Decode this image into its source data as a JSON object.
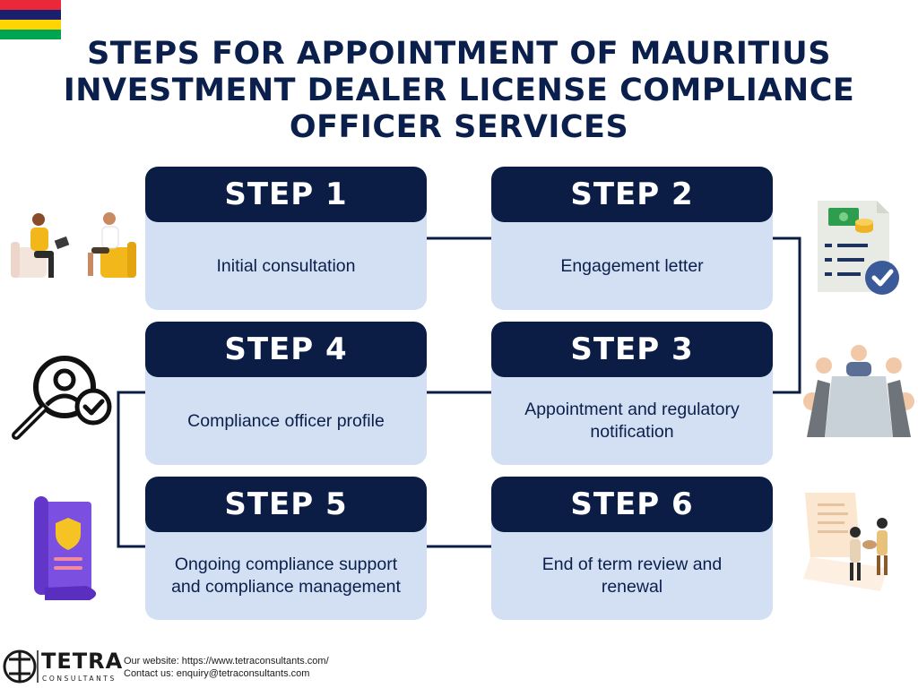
{
  "title": "STEPS FOR APPOINTMENT OF MAURITIUS INVESTMENT DEALER LICENSE COMPLIANCE OFFICER SERVICES",
  "flag_colors": [
    "#ea2839",
    "#1a206d",
    "#ffd500",
    "#00a551"
  ],
  "colors": {
    "header": "#0b1d45",
    "card": "#d3dff2",
    "title": "#0b1f4d"
  },
  "steps": [
    {
      "label": "STEP 1",
      "text": "Initial consultation"
    },
    {
      "label": "STEP 2",
      "text": "Engagement letter"
    },
    {
      "label": "STEP 3",
      "text": "Appointment and regulatory notification"
    },
    {
      "label": "STEP 4",
      "text": "Compliance officer profile"
    },
    {
      "label": "STEP 5",
      "text": "Ongoing compliance support and compliance management"
    },
    {
      "label": "STEP 6",
      "text": "End of term review and renewal"
    }
  ],
  "icons": [
    "consultation-illustration-icon",
    "document-check-icon",
    "meeting-table-icon",
    "profile-search-icon",
    "shield-scroll-icon",
    "handshake-contract-icon"
  ],
  "footer": {
    "brand": "TETRA",
    "brand_sub": "CONSULTANTS",
    "website": "Our website: https://www.tetraconsultants.com/",
    "contact": "Contact us: enquiry@tetraconsultants.com"
  }
}
